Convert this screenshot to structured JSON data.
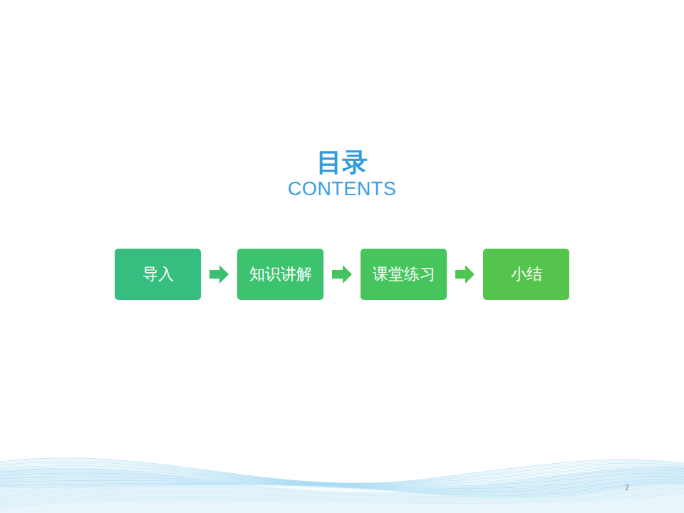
{
  "diagram": {
    "title": "目录",
    "nodes": [
      {
        "text": [
          "导入"
        ]
      },
      {
        "text": [
          "知识讲解"
        ]
      },
      {
        "text": [
          "课堂练习"
        ]
      },
      {
        "text": [
          "小结"
        ]
      }
    ],
    "edges": [
      {
        "from": 0,
        "to": 1,
        "arrow": "to"
      },
      {
        "from": 1,
        "to": 2,
        "arrow": "to"
      },
      {
        "from": 2,
        "to": 3,
        "arrow": "to"
      }
    ],
    "labels": [
      "CONTENTS",
      "2"
    ]
  }
}
